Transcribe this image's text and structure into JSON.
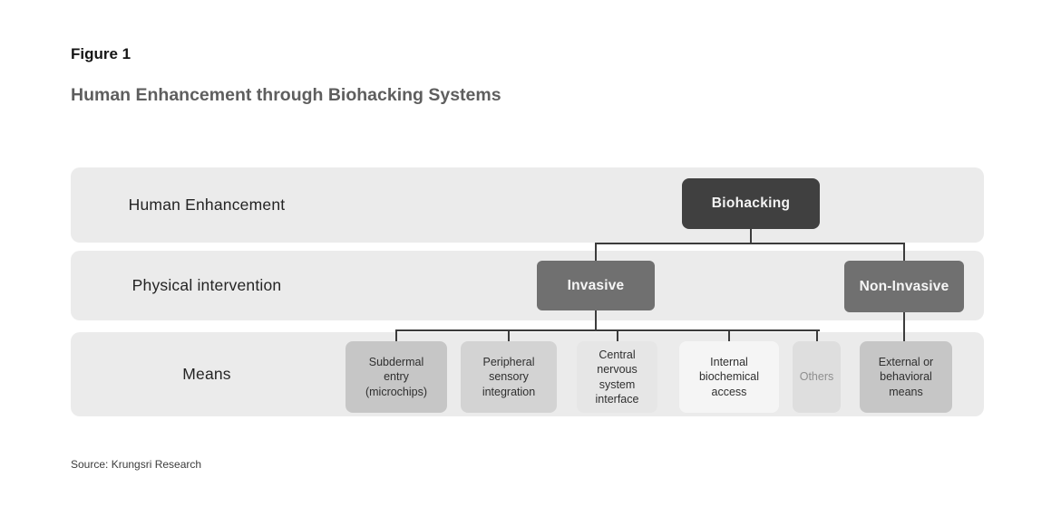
{
  "figure": {
    "label": "Figure 1",
    "title": "Human Enhancement through Biohacking Systems"
  },
  "diagram": {
    "rows": [
      {
        "label": "Human Enhancement"
      },
      {
        "label": "Physical intervention"
      },
      {
        "label": "Means"
      }
    ],
    "nodes": {
      "biohacking": {
        "label": "Biohacking"
      },
      "invasive": {
        "label": "Invasive"
      },
      "non_invasive": {
        "label": "Non-Invasive"
      }
    },
    "means": [
      {
        "label": "Subdermal\nentry\n(microchips)"
      },
      {
        "label": "Peripheral\nsensory\nintegration"
      },
      {
        "label": "Central\nnervous\nsystem\ninterface"
      },
      {
        "label": "Internal\nbiochemical\naccess"
      },
      {
        "label": "Others"
      },
      {
        "label": "External or\nbehavioral\nmeans"
      }
    ],
    "edges": [
      "Biohacking -> Invasive",
      "Biohacking -> Non-Invasive",
      "Invasive -> Subdermal entry (microchips)",
      "Invasive -> Peripheral sensory integration",
      "Invasive -> Central nervous system interface",
      "Invasive -> Internal biochemical access",
      "Invasive -> Others",
      "Non-Invasive -> External or behavioral means"
    ]
  },
  "colors": {
    "background": "#ffffff",
    "band": "#ebebeb",
    "node_dark": "#404040",
    "node_medium": "#707070",
    "means_box_1": "#c6c6c6",
    "means_box_2": "#d3d3d3",
    "means_box_3": "#e6e6e6",
    "means_box_4": "#f5f5f5",
    "means_box_5": "#dedede",
    "means_box_6": "#c6c6c6",
    "connector": "#3c3c3c",
    "title_gray": "#5e5e5e"
  },
  "source": "Source: Krungsri Research"
}
